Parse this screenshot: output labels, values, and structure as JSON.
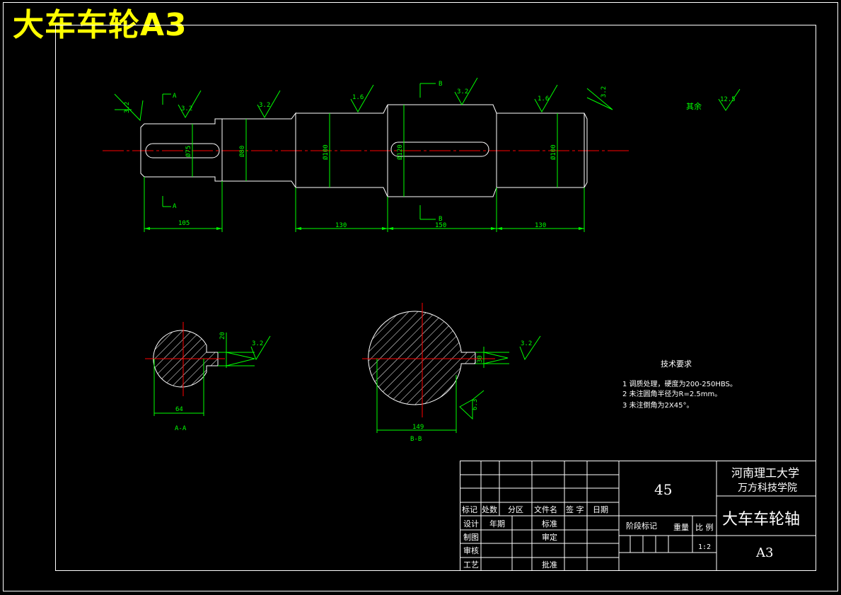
{
  "overlay_title": "大车车轮A3",
  "dimensions": {
    "len_105": "105",
    "len_130_a": "130",
    "len_150": "150",
    "len_130_b": "130",
    "dia_75": "Ø75",
    "dia_80": "Ø80",
    "dia_100_a": "Ø100",
    "dia_120": "Ø120",
    "dia_100_b": "Ø100",
    "sec_a_width": "64",
    "sec_a_key": "20",
    "sec_b_width": "149",
    "sec_b_key": "30",
    "sec_b_chamfer": "6.3"
  },
  "roughness": {
    "r1": "3.2",
    "r2": "3.2",
    "r3": "3.2",
    "r4": "1.6",
    "r5": "3.2",
    "r6": "1.6",
    "r7": "3.2",
    "r8": "3.2",
    "r9": "3.2",
    "other_label": "其余",
    "other_value": "12.5"
  },
  "section_marks": {
    "a_top": "A",
    "a_bottom": "A",
    "b_top": "B",
    "b_bottom": "B",
    "a_caption": "A-A",
    "b_caption": "B-B"
  },
  "tech_requirements": {
    "title": "技术要求",
    "items": [
      "1 调质处理，硬度为200-250HBS。",
      "2 未注圆角半径为R=2.5mm。",
      "3 未注倒角为2X45°。"
    ]
  },
  "title_block": {
    "hdr": [
      "标记",
      "处数",
      "分区",
      "文件名",
      "签 字",
      "日期"
    ],
    "design": "设计",
    "year": "年期",
    "standardize": "标准",
    "drafting": "制图",
    "approve_fix": "审定",
    "review": "审核",
    "process": "工艺",
    "approval": "批准",
    "material": "45",
    "stage_mark": "阶段标记",
    "weight": "重量",
    "scale_label": "比 例",
    "scale": "1:2",
    "school_line1": "河南理工大学",
    "school_line2": "万方科技学院",
    "part_name": "大车车轮轴",
    "paper_size": "A3"
  }
}
